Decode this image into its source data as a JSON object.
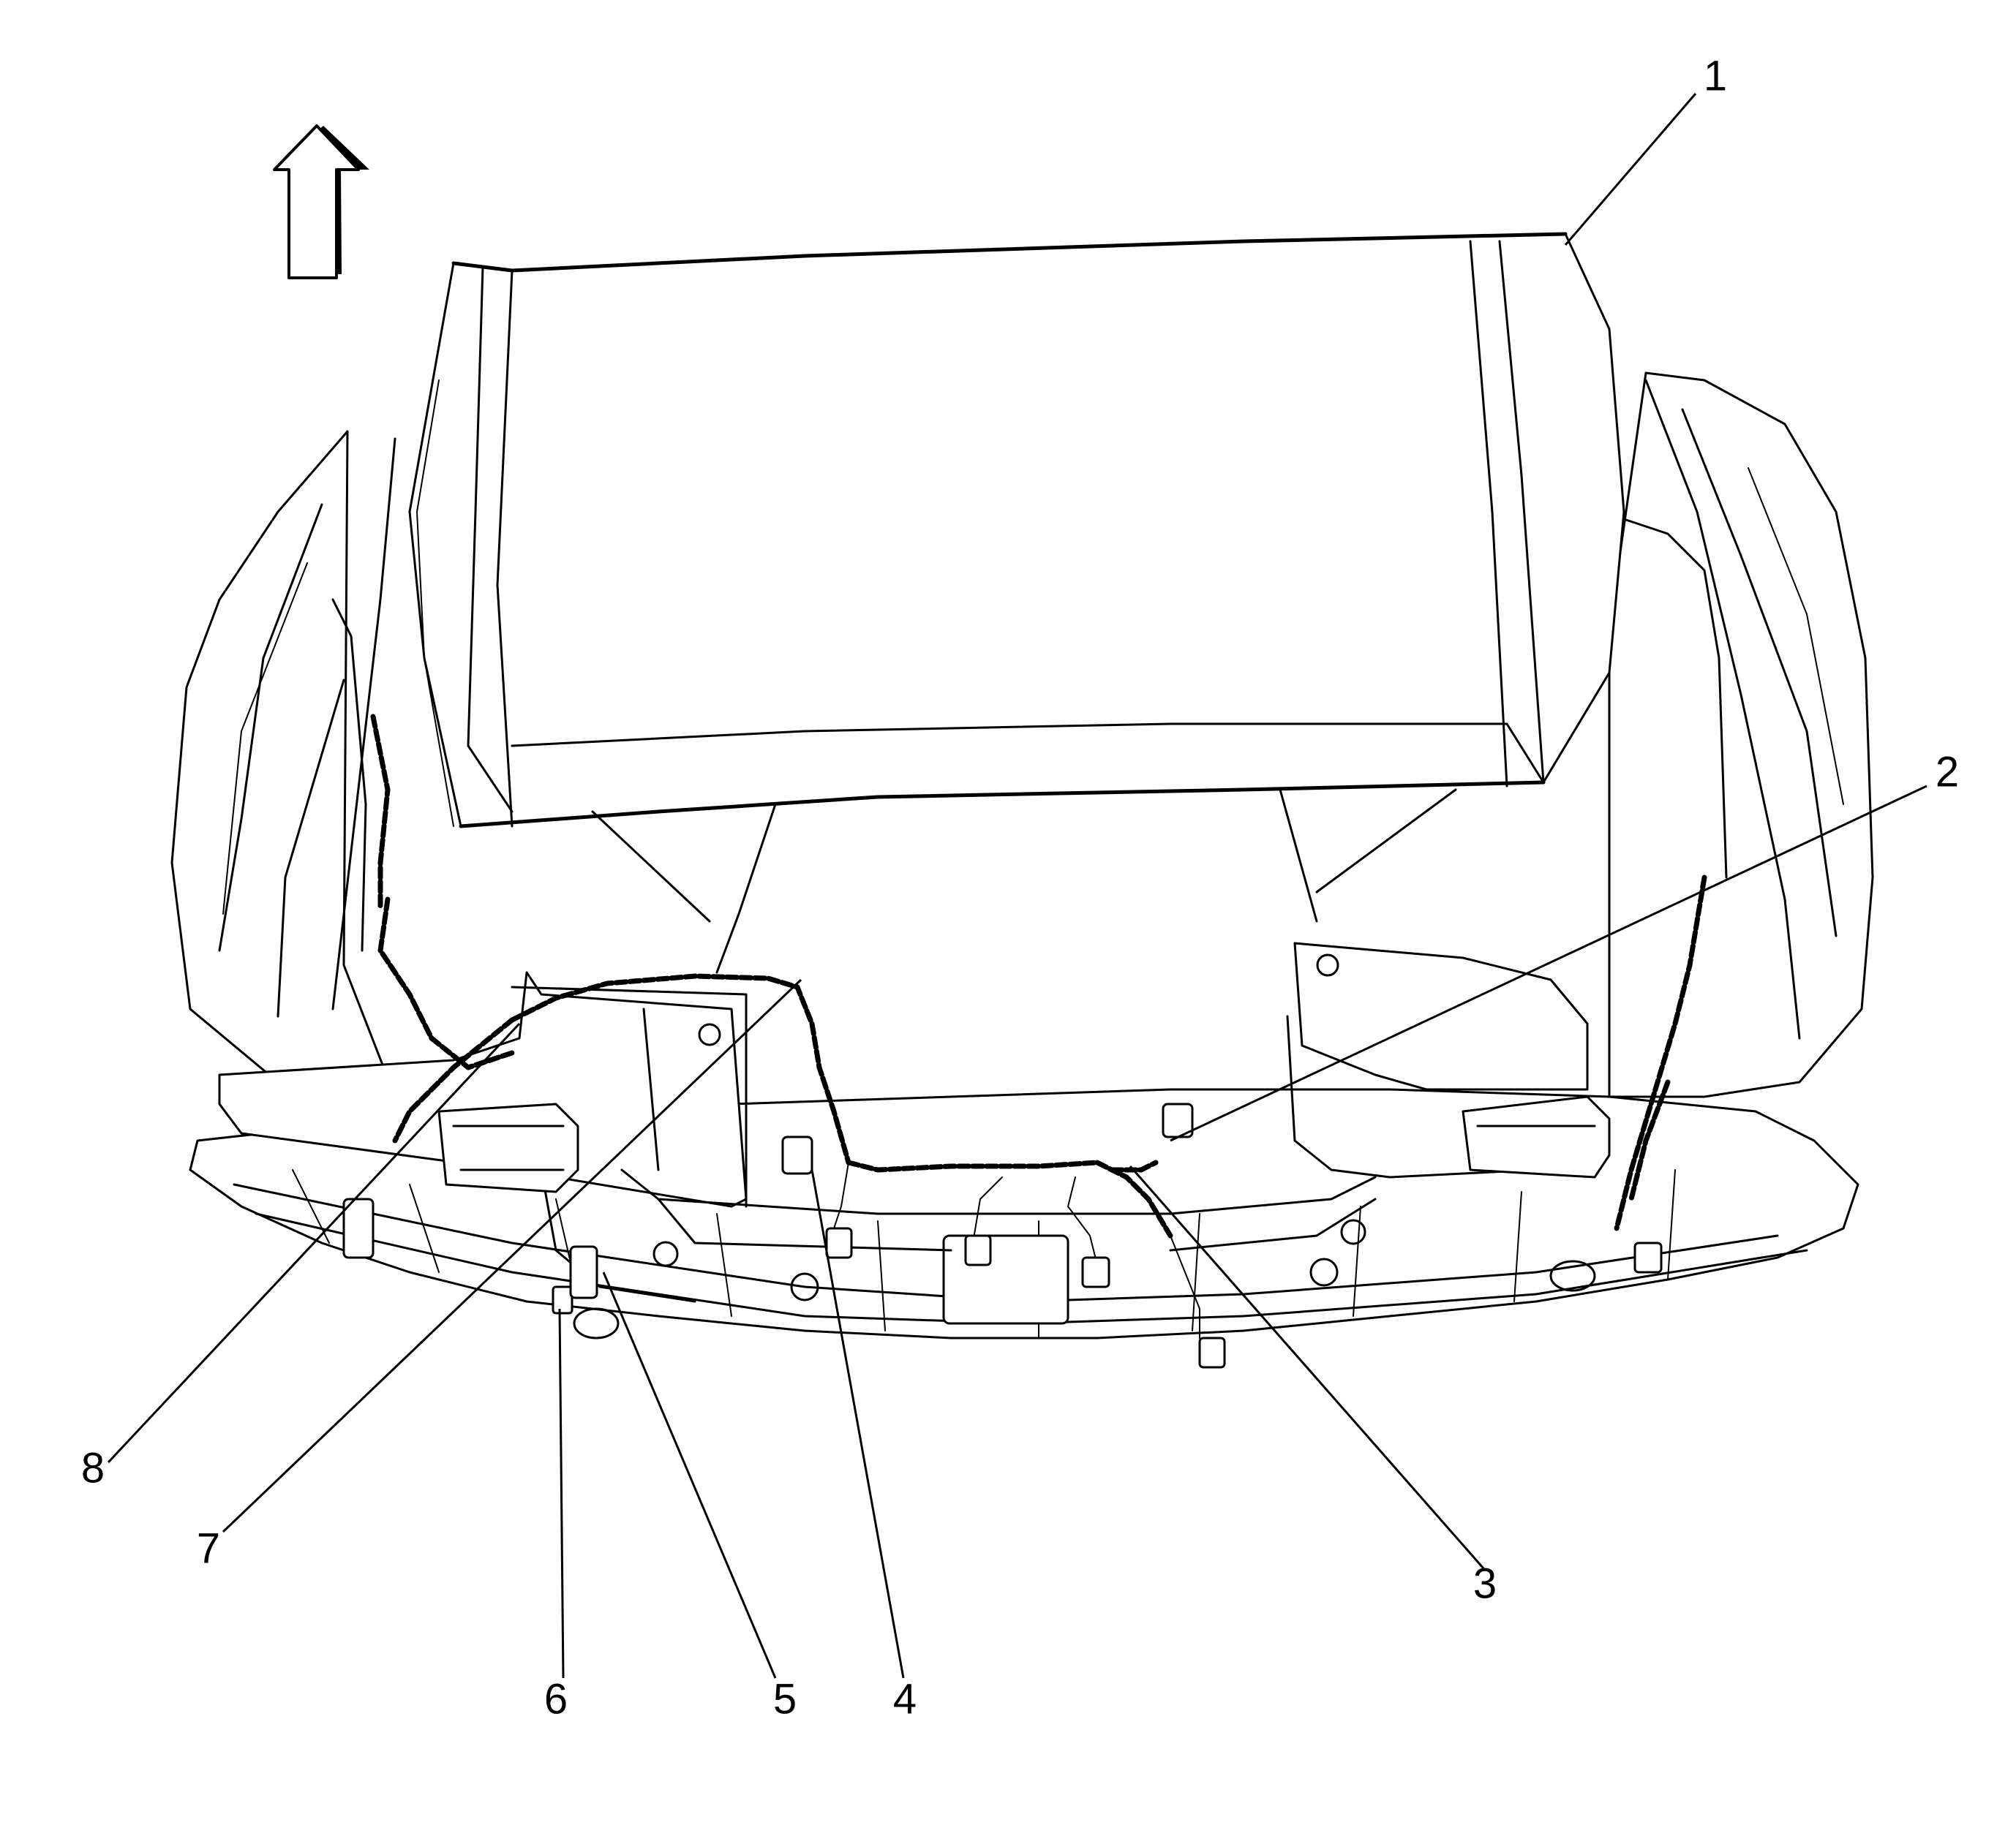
{
  "diagram": {
    "callouts": [
      {
        "id": "1",
        "label": "1"
      },
      {
        "id": "2",
        "label": "2"
      },
      {
        "id": "3",
        "label": "3"
      },
      {
        "id": "4",
        "label": "4"
      },
      {
        "id": "5",
        "label": "5"
      },
      {
        "id": "6",
        "label": "6"
      },
      {
        "id": "7",
        "label": "7"
      },
      {
        "id": "8",
        "label": "8"
      }
    ],
    "direction_indicator": "up-arrow-icon",
    "colors": {
      "line": "#000000",
      "background": "#ffffff"
    }
  }
}
